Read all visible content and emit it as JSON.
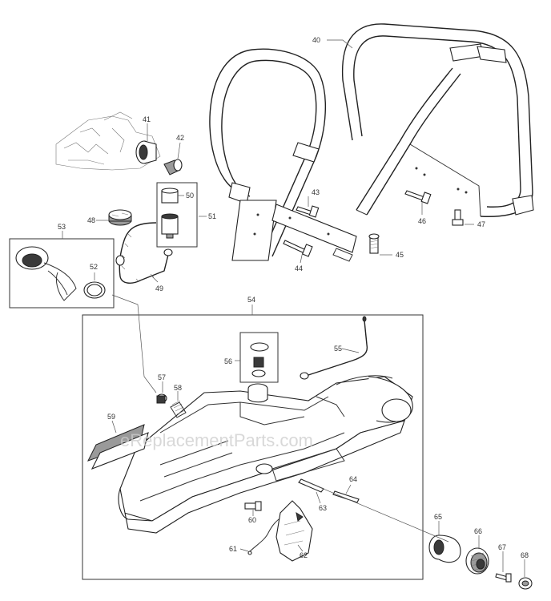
{
  "watermark": "eReplacementParts.com",
  "part_numbers": {
    "p40": "40",
    "p41": "41",
    "p42": "42",
    "p43": "43",
    "p44": "44",
    "p45": "45",
    "p46": "46",
    "p47": "47",
    "p48": "48",
    "p49": "49",
    "p50": "50",
    "p51": "51",
    "p52": "52",
    "p53": "53",
    "p54": "54",
    "p55": "55",
    "p56": "56",
    "p57": "57",
    "p58": "58",
    "p59": "59",
    "p60": "60",
    "p61": "61",
    "p62": "62",
    "p63": "63",
    "p64": "64",
    "p65": "65",
    "p66": "66",
    "p67": "67",
    "p68": "68"
  }
}
